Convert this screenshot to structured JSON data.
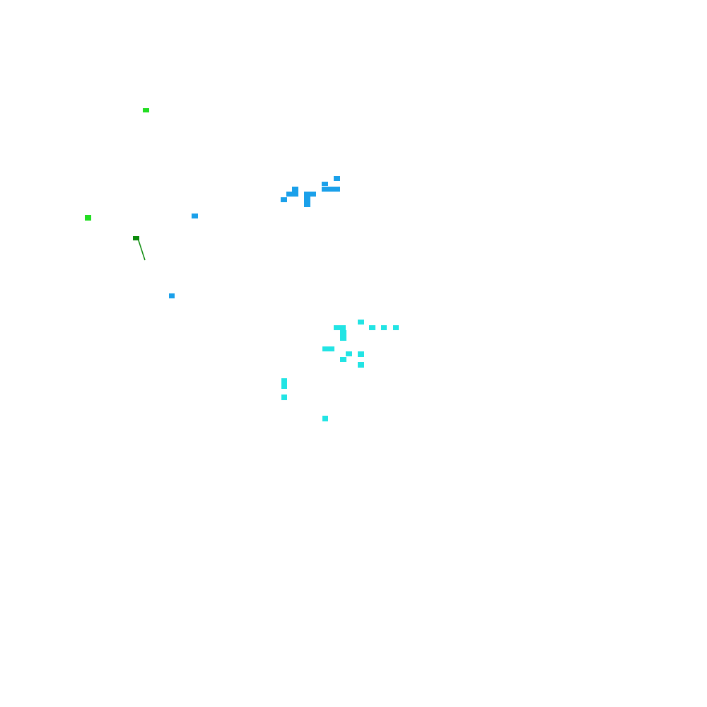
{
  "background": "#ffffff",
  "palette": {
    "green": "#22dd22",
    "dark_green": "#0a8a0a",
    "blue": "#1aa0ea",
    "cyan": "#22e4e4"
  },
  "groups": [
    {
      "name": "green-pixels",
      "color_key": "green"
    },
    {
      "name": "green-stroke",
      "color_key": "dark_green"
    },
    {
      "name": "blue-pixels",
      "color_key": "blue"
    },
    {
      "name": "cyan-pixels",
      "color_key": "cyan"
    }
  ]
}
